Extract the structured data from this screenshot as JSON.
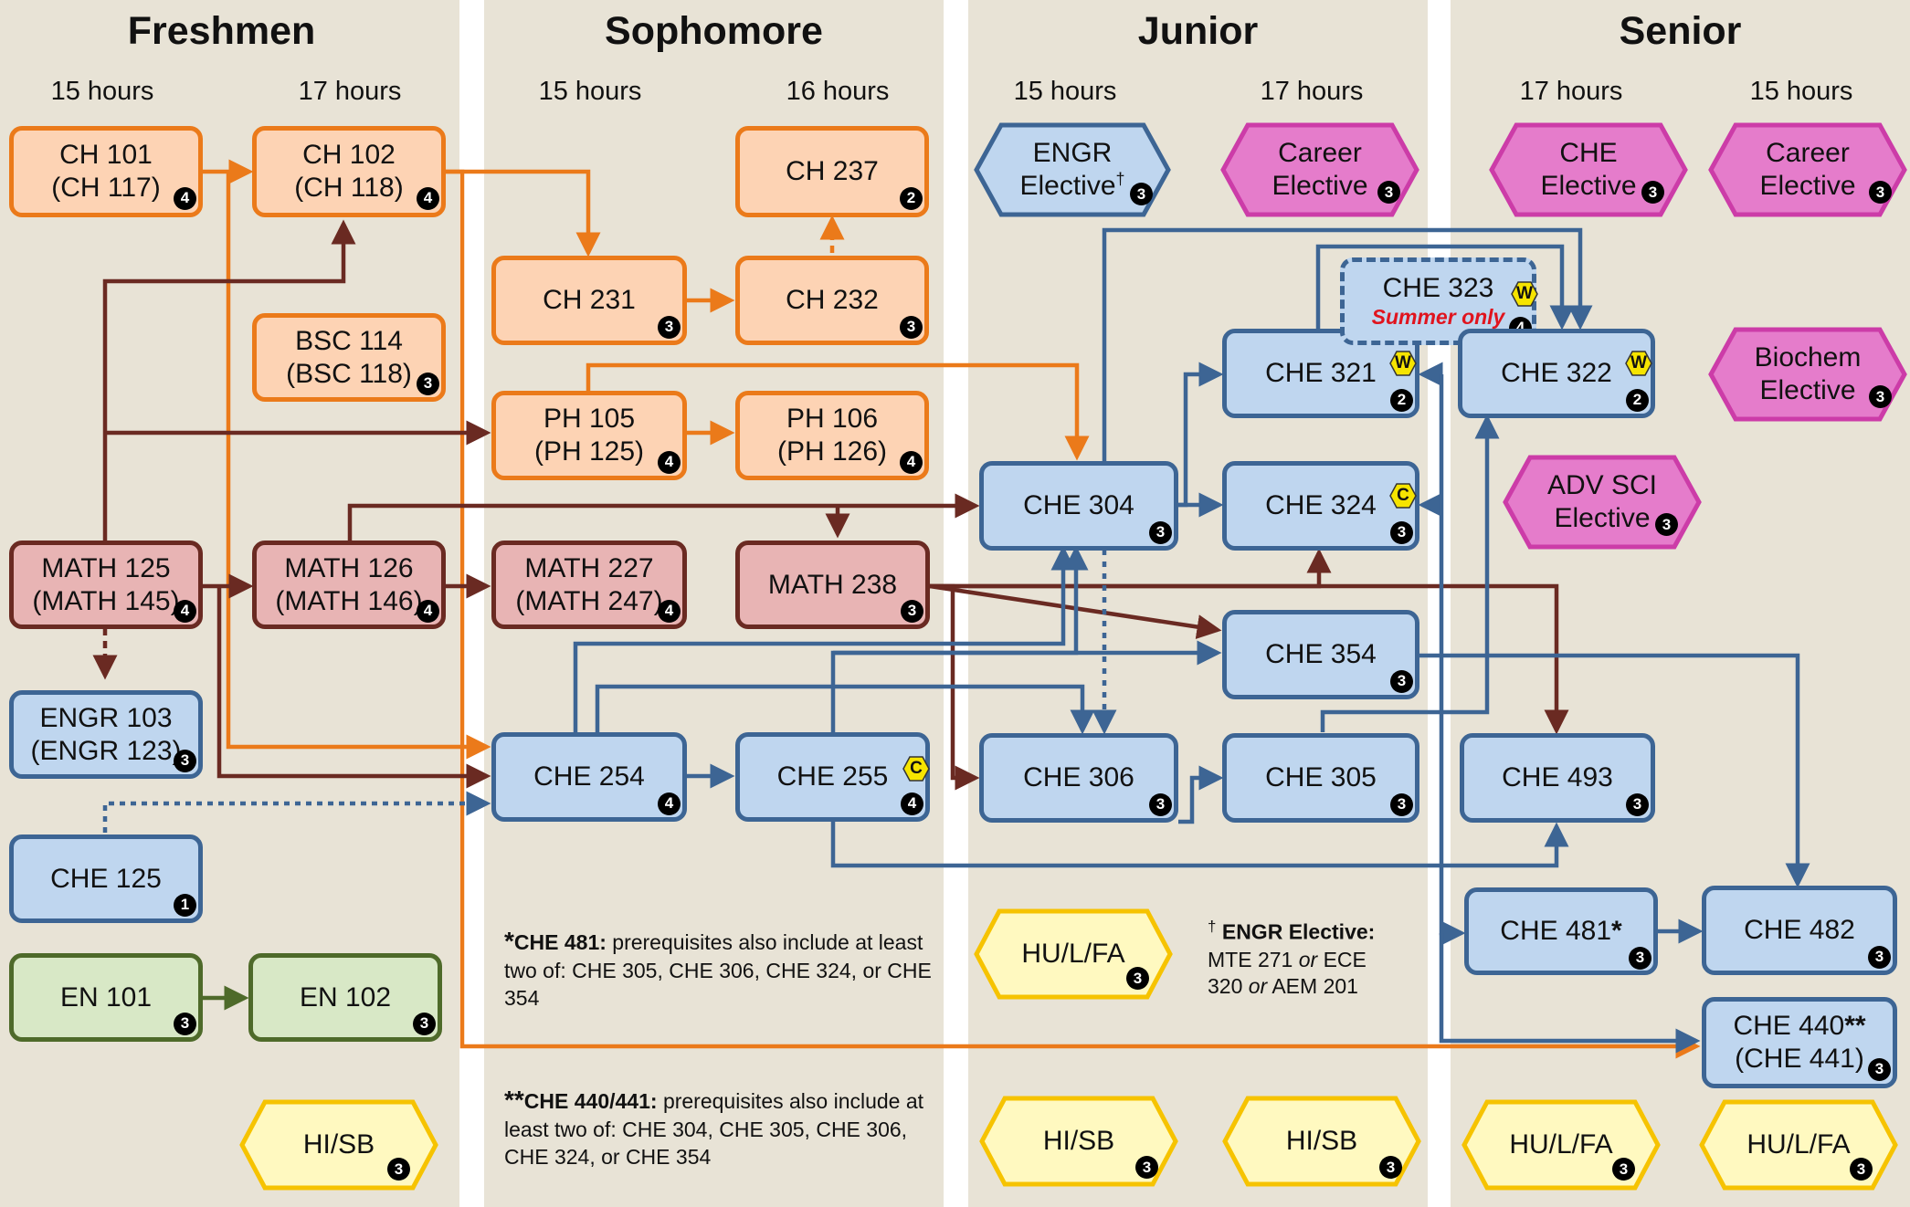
{
  "years": [
    {
      "title": "Freshmen",
      "hours": [
        "15 hours",
        "17 hours"
      ]
    },
    {
      "title": "Sophomore",
      "hours": [
        "15 hours",
        "16 hours"
      ]
    },
    {
      "title": "Junior",
      "hours": [
        "15 hours",
        "17 hours"
      ]
    },
    {
      "title": "Senior",
      "hours": [
        "17 hours",
        "15 hours"
      ]
    }
  ],
  "colors": {
    "orange": "#eb7a1a",
    "red": "#6a2a22",
    "blue": "#3d6594",
    "green": "#4e6a2a",
    "pink": "#cc3ca8",
    "yellow": "#f6c300",
    "column": "#e8e3d6"
  },
  "courses": {
    "ch101": {
      "line1": "CH 101",
      "line2": "(CH 117)",
      "credits": "4"
    },
    "ch102": {
      "line1": "CH 102",
      "line2": "(CH 118)",
      "credits": "4"
    },
    "bsc114": {
      "line1": "BSC 114",
      "line2": "(BSC 118)",
      "credits": "3"
    },
    "math125": {
      "line1": "MATH 125",
      "line2": "(MATH 145)",
      "credits": "4"
    },
    "math126": {
      "line1": "MATH 126",
      "line2": "(MATH 146)",
      "credits": "4"
    },
    "engr103": {
      "line1": "ENGR 103",
      "line2": "(ENGR 123)",
      "credits": "3"
    },
    "che125": {
      "line1": "CHE 125",
      "credits": "1"
    },
    "en101": {
      "line1": "EN 101",
      "credits": "3"
    },
    "en102": {
      "line1": "EN 102",
      "credits": "3"
    },
    "ch231": {
      "line1": "CH 231",
      "credits": "3"
    },
    "ch232": {
      "line1": "CH 232",
      "credits": "3"
    },
    "ch237": {
      "line1": "CH 237",
      "credits": "2"
    },
    "ph105": {
      "line1": "PH 105",
      "line2": "(PH 125)",
      "credits": "4"
    },
    "ph106": {
      "line1": "PH 106",
      "line2": "(PH 126)",
      "credits": "4"
    },
    "math227": {
      "line1": "MATH 227",
      "line2": "(MATH 247)",
      "credits": "4"
    },
    "math238": {
      "line1": "MATH 238",
      "credits": "3"
    },
    "che254": {
      "line1": "CHE 254",
      "credits": "4"
    },
    "che255": {
      "line1": "CHE 255",
      "credits": "4",
      "badge": "C"
    },
    "che304": {
      "line1": "CHE 304",
      "credits": "3"
    },
    "che306": {
      "line1": "CHE 306",
      "credits": "3"
    },
    "che321": {
      "line1": "CHE 321",
      "credits": "2",
      "badge": "W"
    },
    "che324": {
      "line1": "CHE 324",
      "credits": "3",
      "badge": "C"
    },
    "che354": {
      "line1": "CHE 354",
      "credits": "3"
    },
    "che305": {
      "line1": "CHE 305",
      "credits": "3"
    },
    "che323": {
      "line1": "CHE 323",
      "line2": "Summer only",
      "credits": "4",
      "badge": "W"
    },
    "che322": {
      "line1": "CHE 322",
      "credits": "2",
      "badge": "W"
    },
    "che493": {
      "line1": "CHE 493",
      "credits": "3"
    },
    "che481": {
      "line1": "CHE 481",
      "mark": "*",
      "credits": "3"
    },
    "che482": {
      "line1": "CHE 482",
      "credits": "3"
    },
    "che440": {
      "line1": "CHE 440",
      "mark": "**",
      "line2": "(CHE 441)",
      "credits": "3"
    }
  },
  "electives": {
    "engr_elective": {
      "line1": "ENGR",
      "line2": "Elective",
      "mark": "†",
      "credits": "3"
    },
    "career_elective_j": {
      "line1": "Career",
      "line2": "Elective",
      "credits": "3"
    },
    "che_elective": {
      "line1": "CHE",
      "line2": "Elective",
      "credits": "3"
    },
    "career_elective_s": {
      "line1": "Career",
      "line2": "Elective",
      "credits": "3"
    },
    "biochem_elective": {
      "line1": "Biochem",
      "line2": "Elective",
      "credits": "3"
    },
    "adv_sci_elective": {
      "line1": "ADV SCI",
      "line2": "Elective",
      "credits": "3"
    },
    "hisb_f": {
      "line1": "HI/SB",
      "credits": "3"
    },
    "hulfa_j1": {
      "line1": "HU/L/FA",
      "credits": "3"
    },
    "hisb_j1": {
      "line1": "HI/SB",
      "credits": "3"
    },
    "hisb_j2": {
      "line1": "HI/SB",
      "credits": "3"
    },
    "hulfa_s1": {
      "line1": "HU/L/FA",
      "credits": "3"
    },
    "hulfa_s2": {
      "line1": "HU/L/FA",
      "credits": "3"
    }
  },
  "notes": {
    "che481": {
      "mark": "*",
      "title": "CHE 481:",
      "text": "prerequisites also include at least two of: CHE 305, CHE 306, CHE 324, or CHE 354"
    },
    "che440": {
      "mark": "**",
      "title": "CHE 440/441:",
      "text": "prerequisites also include at least two of: CHE 304, CHE 305, CHE 306, CHE 324, or CHE 354"
    },
    "engr": {
      "mark": "†",
      "title": "ENGR Elective:",
      "line1a": "MTE 271",
      "or1": "or",
      "line1b": "ECE",
      "line2a": "320",
      "or2": "or",
      "line2b": "AEM 201"
    }
  }
}
